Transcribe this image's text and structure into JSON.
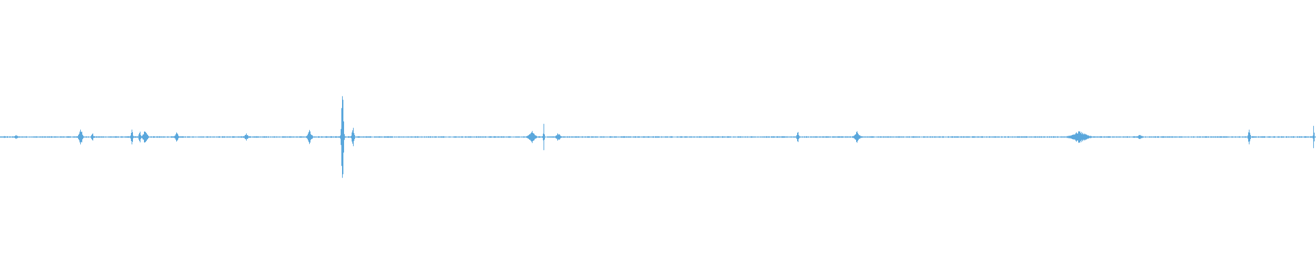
{
  "waveform": {
    "color": "#5aa7dc",
    "background": "#ffffff",
    "baseline_amplitude": 0.006,
    "bursts": [
      {
        "t": 0.003,
        "amp": 0.01,
        "width": 0.002
      },
      {
        "t": 0.012,
        "amp": 0.02,
        "width": 0.003
      },
      {
        "t": 0.061,
        "amp": 0.09,
        "width": 0.003
      },
      {
        "t": 0.07,
        "amp": 0.04,
        "width": 0.002
      },
      {
        "t": 0.1,
        "amp": 0.07,
        "width": 0.002
      },
      {
        "t": 0.106,
        "amp": 0.06,
        "width": 0.002
      },
      {
        "t": 0.11,
        "amp": 0.07,
        "width": 0.004
      },
      {
        "t": 0.134,
        "amp": 0.05,
        "width": 0.003
      },
      {
        "t": 0.187,
        "amp": 0.03,
        "width": 0.004
      },
      {
        "t": 0.235,
        "amp": 0.06,
        "width": 0.004
      },
      {
        "t": 0.26,
        "amp": 0.48,
        "width": 0.002
      },
      {
        "t": 0.268,
        "amp": 0.12,
        "width": 0.002
      },
      {
        "t": 0.404,
        "amp": 0.05,
        "width": 0.006
      },
      {
        "t": 0.413,
        "amp": 0.13,
        "width": 0.001
      },
      {
        "t": 0.424,
        "amp": 0.04,
        "width": 0.004
      },
      {
        "t": 0.606,
        "amp": 0.06,
        "width": 0.002
      },
      {
        "t": 0.651,
        "amp": 0.05,
        "width": 0.005
      },
      {
        "t": 0.82,
        "amp": 0.05,
        "width": 0.015
      },
      {
        "t": 0.866,
        "amp": 0.02,
        "width": 0.005
      },
      {
        "t": 0.949,
        "amp": 0.07,
        "width": 0.002
      },
      {
        "t": 0.998,
        "amp": 0.12,
        "width": 0.001
      }
    ]
  }
}
